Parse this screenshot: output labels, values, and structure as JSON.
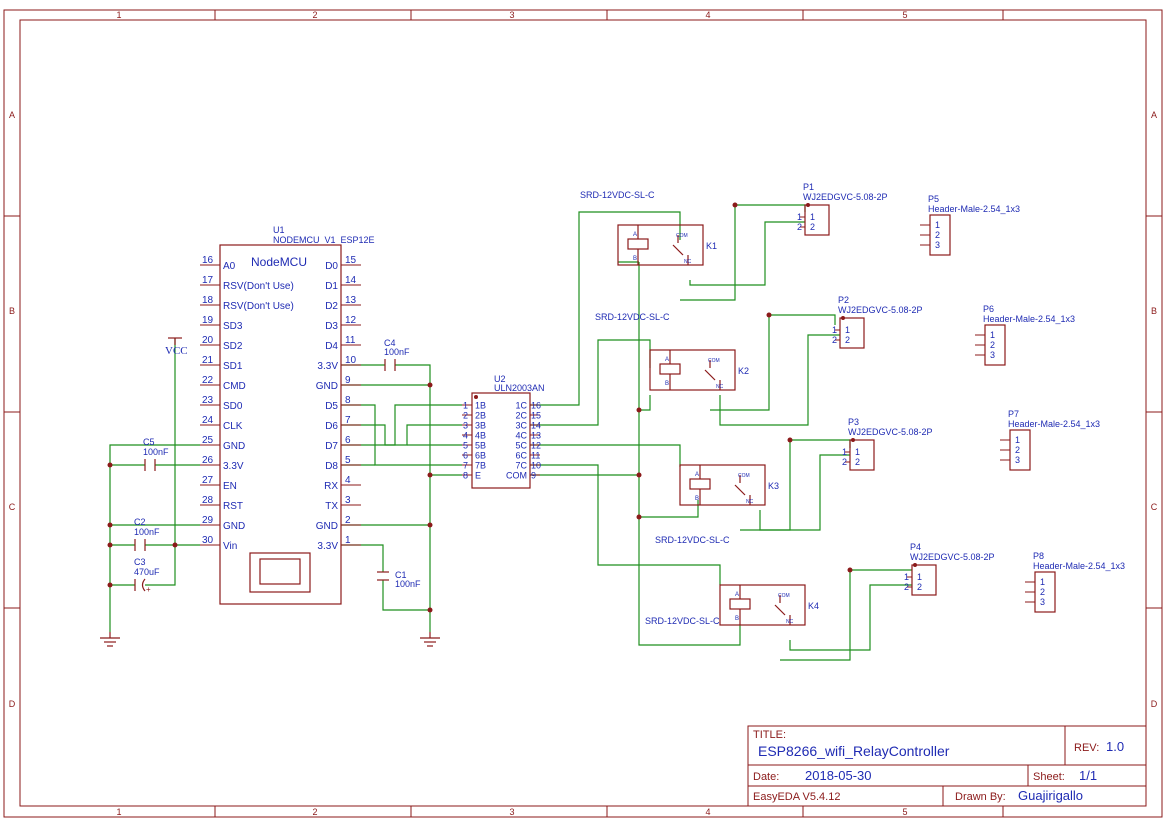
{
  "grid": {
    "columns": [
      "1",
      "2",
      "3",
      "4",
      "5"
    ],
    "rows": [
      "A",
      "B",
      "C",
      "D"
    ]
  },
  "nodemcu": {
    "ref": "U1",
    "value": "NODEMCU_V1_ESP12E",
    "name": "NodeMCU",
    "left_pins": [
      {
        "num": "16",
        "name": "A0"
      },
      {
        "num": "17",
        "name": "RSV(Don't Use)"
      },
      {
        "num": "18",
        "name": "RSV(Don't Use)"
      },
      {
        "num": "19",
        "name": "SD3"
      },
      {
        "num": "20",
        "name": "SD2"
      },
      {
        "num": "21",
        "name": "SD1"
      },
      {
        "num": "22",
        "name": "CMD"
      },
      {
        "num": "23",
        "name": "SD0"
      },
      {
        "num": "24",
        "name": "CLK"
      },
      {
        "num": "25",
        "name": "GND"
      },
      {
        "num": "26",
        "name": "3.3V"
      },
      {
        "num": "27",
        "name": "EN"
      },
      {
        "num": "28",
        "name": "RST"
      },
      {
        "num": "29",
        "name": "GND"
      },
      {
        "num": "30",
        "name": "Vin"
      }
    ],
    "right_pins": [
      {
        "num": "15",
        "name": "D0"
      },
      {
        "num": "14",
        "name": "D1"
      },
      {
        "num": "13",
        "name": "D2"
      },
      {
        "num": "12",
        "name": "D3"
      },
      {
        "num": "11",
        "name": "D4"
      },
      {
        "num": "10",
        "name": "3.3V"
      },
      {
        "num": "9",
        "name": "GND"
      },
      {
        "num": "8",
        "name": "D5"
      },
      {
        "num": "7",
        "name": "D6"
      },
      {
        "num": "6",
        "name": "D7"
      },
      {
        "num": "5",
        "name": "D8"
      },
      {
        "num": "4",
        "name": "RX"
      },
      {
        "num": "3",
        "name": "TX"
      },
      {
        "num": "2",
        "name": "GND"
      },
      {
        "num": "1",
        "name": "3.3V"
      }
    ]
  },
  "uln": {
    "ref": "U2",
    "value": "ULN2003AN",
    "left_pins": [
      {
        "num": "1",
        "name": "1B"
      },
      {
        "num": "2",
        "name": "2B"
      },
      {
        "num": "3",
        "name": "3B"
      },
      {
        "num": "4",
        "name": "4B"
      },
      {
        "num": "5",
        "name": "5B"
      },
      {
        "num": "6",
        "name": "6B"
      },
      {
        "num": "7",
        "name": "7B"
      },
      {
        "num": "8",
        "name": "E"
      }
    ],
    "right_pins": [
      {
        "num": "16",
        "name": "1C"
      },
      {
        "num": "15",
        "name": "2C"
      },
      {
        "num": "14",
        "name": "3C"
      },
      {
        "num": "13",
        "name": "4C"
      },
      {
        "num": "12",
        "name": "5C"
      },
      {
        "num": "11",
        "name": "6C"
      },
      {
        "num": "10",
        "name": "7C"
      },
      {
        "num": "9",
        "name": "COM"
      }
    ]
  },
  "caps": [
    {
      "ref": "C4",
      "value": "100nF"
    },
    {
      "ref": "C5",
      "value": "100nF"
    },
    {
      "ref": "C2",
      "value": "100nF"
    },
    {
      "ref": "C3",
      "value": "470uF"
    },
    {
      "ref": "C1",
      "value": "100nF"
    }
  ],
  "vcc_label": "VCC",
  "relays": [
    {
      "ref": "K1",
      "value": "SRD-12VDC-SL-C"
    },
    {
      "ref": "K2",
      "value": "SRD-12VDC-SL-C"
    },
    {
      "ref": "K3",
      "value": "SRD-12VDC-SL-C"
    },
    {
      "ref": "K4",
      "value": "SRD-12VDC-SL-C"
    }
  ],
  "relay_pin_labels": {
    "a": "A",
    "b": "B",
    "com": "COM",
    "nc": "NC"
  },
  "terminals": [
    {
      "ref": "P1",
      "value": "WJ2EDGVC-5.08-2P",
      "pins": [
        "1",
        "2"
      ]
    },
    {
      "ref": "P2",
      "value": "WJ2EDGVC-5.08-2P",
      "pins": [
        "1",
        "2"
      ]
    },
    {
      "ref": "P3",
      "value": "WJ2EDGVC-5.08-2P",
      "pins": [
        "1",
        "2"
      ]
    },
    {
      "ref": "P4",
      "value": "WJ2EDGVC-5.08-2P",
      "pins": [
        "1",
        "2"
      ]
    }
  ],
  "headers": [
    {
      "ref": "P5",
      "value": "Header-Male-2.54_1x3",
      "pins": [
        "1",
        "2",
        "3"
      ]
    },
    {
      "ref": "P6",
      "value": "Header-Male-2.54_1x3",
      "pins": [
        "1",
        "2",
        "3"
      ]
    },
    {
      "ref": "P7",
      "value": "Header-Male-2.54_1x3",
      "pins": [
        "1",
        "2",
        "3"
      ]
    },
    {
      "ref": "P8",
      "value": "Header-Male-2.54_1x3",
      "pins": [
        "1",
        "2",
        "3"
      ]
    }
  ],
  "title_block": {
    "title_label": "TITLE:",
    "title": "ESP8266_wifi_RelayController",
    "rev_label": "REV:",
    "rev": "1.0",
    "date_label": "Date:",
    "date": "2018-05-30",
    "sheet_label": "Sheet:",
    "sheet": "1/1",
    "tool": "EasyEDA V5.4.12",
    "drawn_label": "Drawn By:",
    "drawn_by": "Guajirigallo"
  },
  "colors": {
    "border": "#8b1a1a",
    "wire": "#1f8f1f",
    "text": "#1f2bb3"
  }
}
